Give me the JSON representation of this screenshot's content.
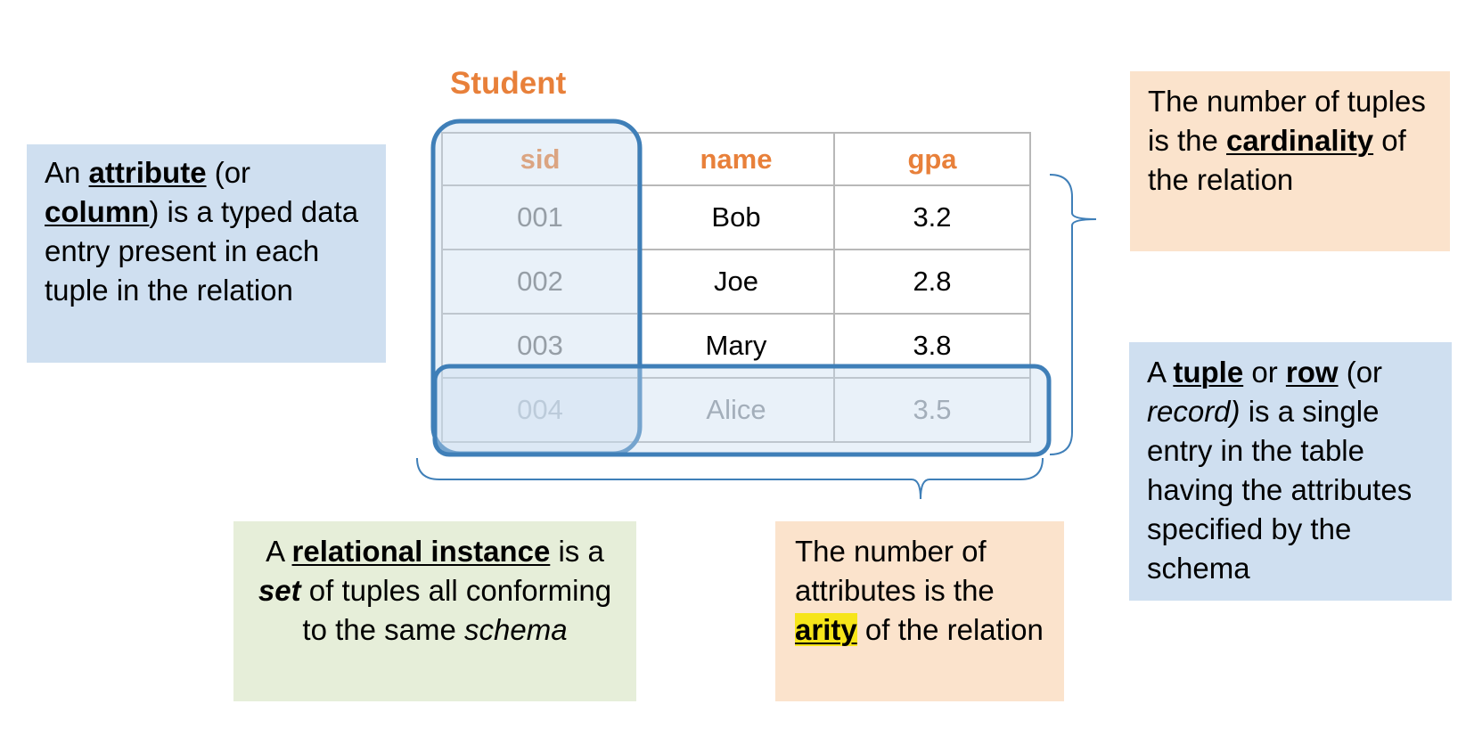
{
  "table": {
    "title": "Student",
    "headers": [
      "sid",
      "name",
      "gpa"
    ],
    "rows": [
      [
        "001",
        "Bob",
        "3.2"
      ],
      [
        "002",
        "Joe",
        "2.8"
      ],
      [
        "003",
        "Mary",
        "3.8"
      ],
      [
        "004",
        "Alice",
        "3.5"
      ]
    ]
  },
  "callouts": {
    "attribute": {
      "p1": "An ",
      "term1": "attribute",
      "p2": " (or ",
      "term2": "column",
      "p3": ") is a typed data entry present in each tuple in the relation"
    },
    "cardinality": {
      "p1": "The number of tuples is the ",
      "term": "cardinality",
      "p2": " of the relation"
    },
    "tuple": {
      "p1": "A ",
      "term1": "tuple",
      "p2": " or ",
      "term2": "row",
      "p3": " (or ",
      "term3": "record)",
      "p4": " is a single entry in the table having the attributes specified by the schema"
    },
    "instance": {
      "p1": "A ",
      "term": "relational instance",
      "p2": " is a ",
      "set": "set",
      "p3": " of tuples all conforming to the same ",
      "schema": "schema"
    },
    "arity": {
      "p1": "The number of attributes is the ",
      "term": "arity",
      "p2": " of the relation"
    }
  },
  "colors": {
    "highlight_outline": "#3f7fb8",
    "header_text": "#e8803a",
    "blue_box": "#cfdff0",
    "orange_box": "#fbe3cc",
    "green_box": "#e6eed9",
    "arity_highlight": "#f6e51a"
  }
}
